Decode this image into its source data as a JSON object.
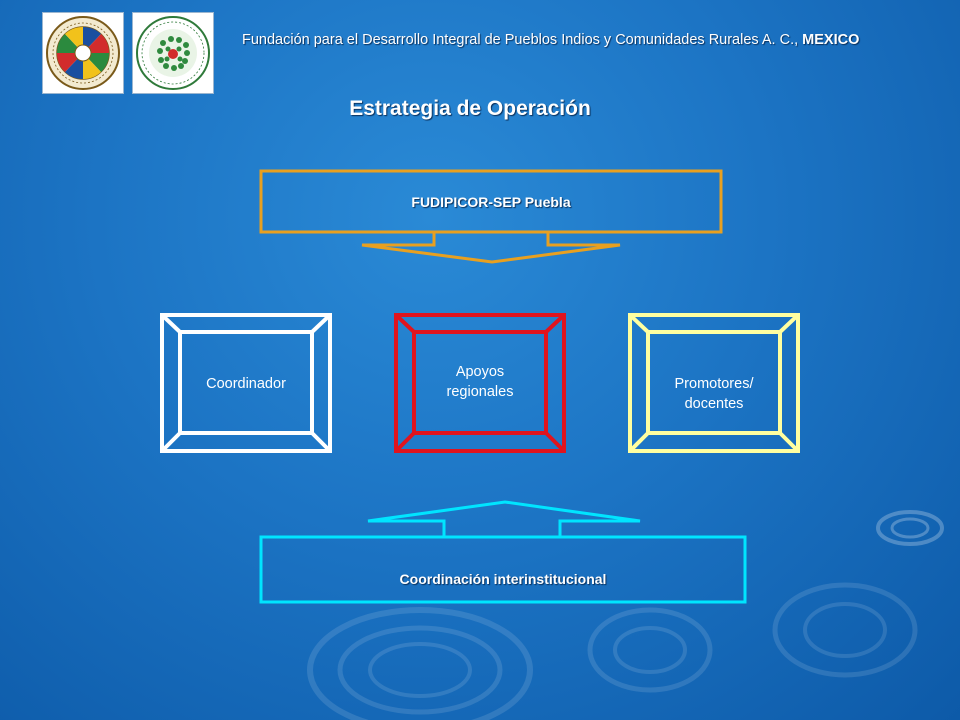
{
  "header": {
    "org_text": "Fundación para el Desarrollo Integral de Pueblos Indios y Comunidades Rurales A. C.,",
    "country": "MEXICO"
  },
  "title": "Estrategia de Operación",
  "diagram": {
    "top_arrow_label": "FUDIPICOR-SEP Puebla",
    "boxes": [
      {
        "label_lines": [
          "Coordinador"
        ],
        "color": "#ffffff"
      },
      {
        "label_lines": [
          "Apoyos",
          "regionales"
        ],
        "color": "#e0141e"
      },
      {
        "label_lines": [
          "Promotores/",
          "docentes"
        ],
        "color": "#ffffa0"
      }
    ],
    "bottom_arrow_label": "Coordinación interinstitucional"
  },
  "colors": {
    "top_arrow": "#e8a020",
    "bottom_arrow": "#00e5ff",
    "background": "#1c74c4"
  },
  "logos": [
    {
      "name": "oas-seal-icon"
    },
    {
      "name": "fudipicor-seal-icon"
    }
  ]
}
